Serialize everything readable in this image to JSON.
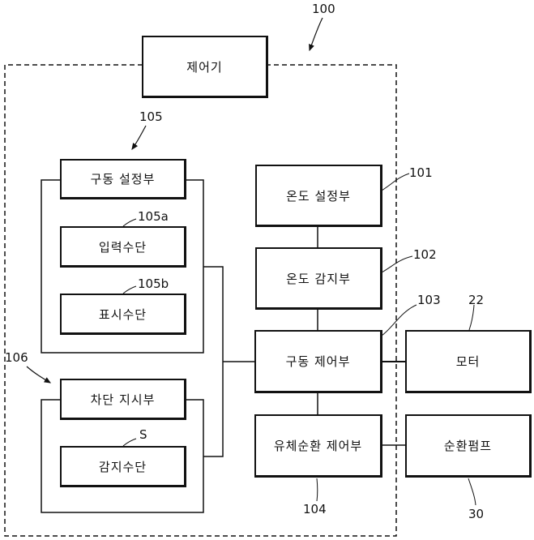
{
  "diagram": {
    "reference_label": "100",
    "controller": {
      "label": "제어기"
    },
    "drive_setting": {
      "label": "구동 설정부",
      "ref": "105",
      "input": {
        "label": "입력수단",
        "ref": "105a"
      },
      "display": {
        "label": "표시수단",
        "ref": "105b"
      }
    },
    "cutoff_indicator": {
      "label": "차단 지시부",
      "ref": "106",
      "sensor": {
        "label": "감지수단",
        "ref": "S"
      }
    },
    "temp_setting": {
      "label": "온도 설정부",
      "ref": "101"
    },
    "temp_sensing": {
      "label": "온도 감지부",
      "ref": "102"
    },
    "drive_control": {
      "label": "구동 제어부",
      "ref": "103"
    },
    "fluid_control": {
      "label": "유체순환 제어부",
      "ref": "104"
    },
    "motor": {
      "label": "모터",
      "ref": "22"
    },
    "pump": {
      "label": "순환펌프",
      "ref": "30"
    }
  }
}
